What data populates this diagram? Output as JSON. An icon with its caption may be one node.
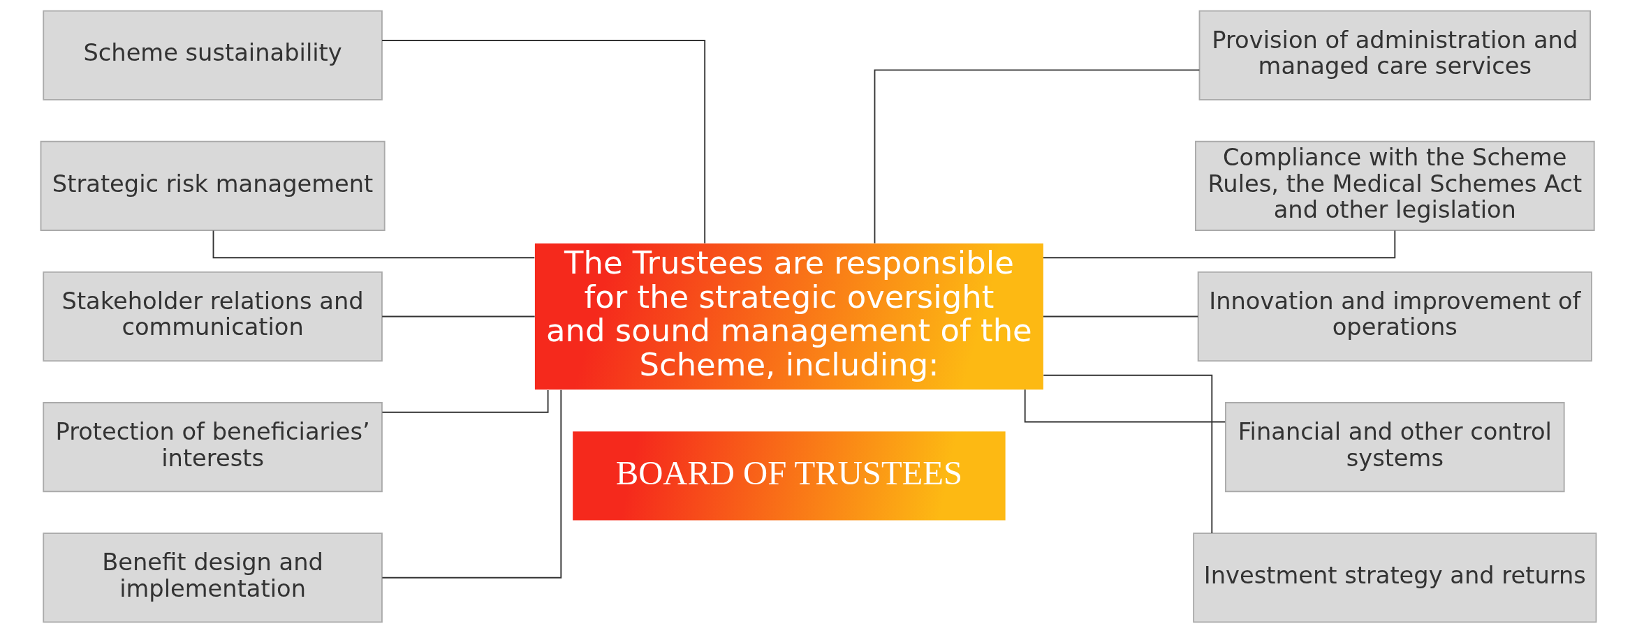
{
  "diagram": {
    "nodes": [
      {
        "text": [
          "BOARD OF TRUSTEES"
        ]
      },
      {
        "text": [
          "The Trustees are responsible for the strategic oversight and sound management of the Scheme, including:"
        ]
      },
      {
        "text": [
          "Scheme sustainability"
        ]
      },
      {
        "text": [
          "Strategic risk management"
        ]
      },
      {
        "text": [
          "Stakeholder relations and communication"
        ]
      },
      {
        "text": [
          "Protection of beneficiaries’ interests"
        ]
      },
      {
        "text": [
          "Benefit design and implementation"
        ]
      },
      {
        "text": [
          "Provision of administration and managed care services"
        ]
      },
      {
        "text": [
          "Compliance with the Scheme Rules, the Medical Schemes Act and other legislation"
        ]
      },
      {
        "text": [
          "Innovation and improvement of operations"
        ]
      },
      {
        "text": [
          "Financial and other control systems"
        ]
      },
      {
        "text": [
          "Investment strategy and returns"
        ]
      }
    ],
    "edges": [
      {
        "from": 2,
        "to": 1,
        "arrow": "none"
      },
      {
        "from": 3,
        "to": 1,
        "arrow": "none"
      },
      {
        "from": 4,
        "to": 1,
        "arrow": "none"
      },
      {
        "from": 5,
        "to": 1,
        "arrow": "none"
      },
      {
        "from": 6,
        "to": 1,
        "arrow": "none"
      },
      {
        "from": 1,
        "to": 7,
        "arrow": "none"
      },
      {
        "from": 1,
        "to": 8,
        "arrow": "none"
      },
      {
        "from": 1,
        "to": 9,
        "arrow": "none"
      },
      {
        "from": 1,
        "to": 10,
        "arrow": "none"
      },
      {
        "from": 1,
        "to": 11,
        "arrow": "none"
      }
    ]
  }
}
